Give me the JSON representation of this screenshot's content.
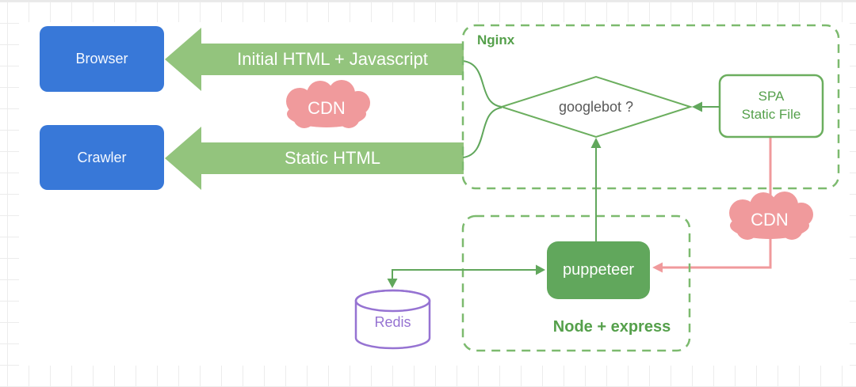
{
  "clients": {
    "browser": "Browser",
    "crawler": "Crawler"
  },
  "flows": {
    "initial_html": "Initial HTML + Javascript",
    "static_html": "Static HTML"
  },
  "cdn": {
    "left_label": "CDN",
    "right_label": "CDN"
  },
  "nginx": {
    "title": "Nginx",
    "decision": "googlebot ?",
    "spa_line1": "SPA",
    "spa_line2": "Static File"
  },
  "node_express": {
    "title": "Node + express",
    "puppeteer": "puppeteer"
  },
  "storage": {
    "redis": "Redis"
  },
  "colors": {
    "client_blue": "#3878d8",
    "flow_arrow_green": "#93c47d",
    "connector_green": "#61a75c",
    "dashed_container_green": "#7cba6e",
    "outline_green": "#6bae5e",
    "label_green": "#55a04b",
    "puppeteer_fill_green": "#61a75c",
    "cdn_pink": "#f09a9c",
    "redis_purple": "#9673d2",
    "decision_text_gray": "#595959",
    "grid_line": "#ececec"
  }
}
